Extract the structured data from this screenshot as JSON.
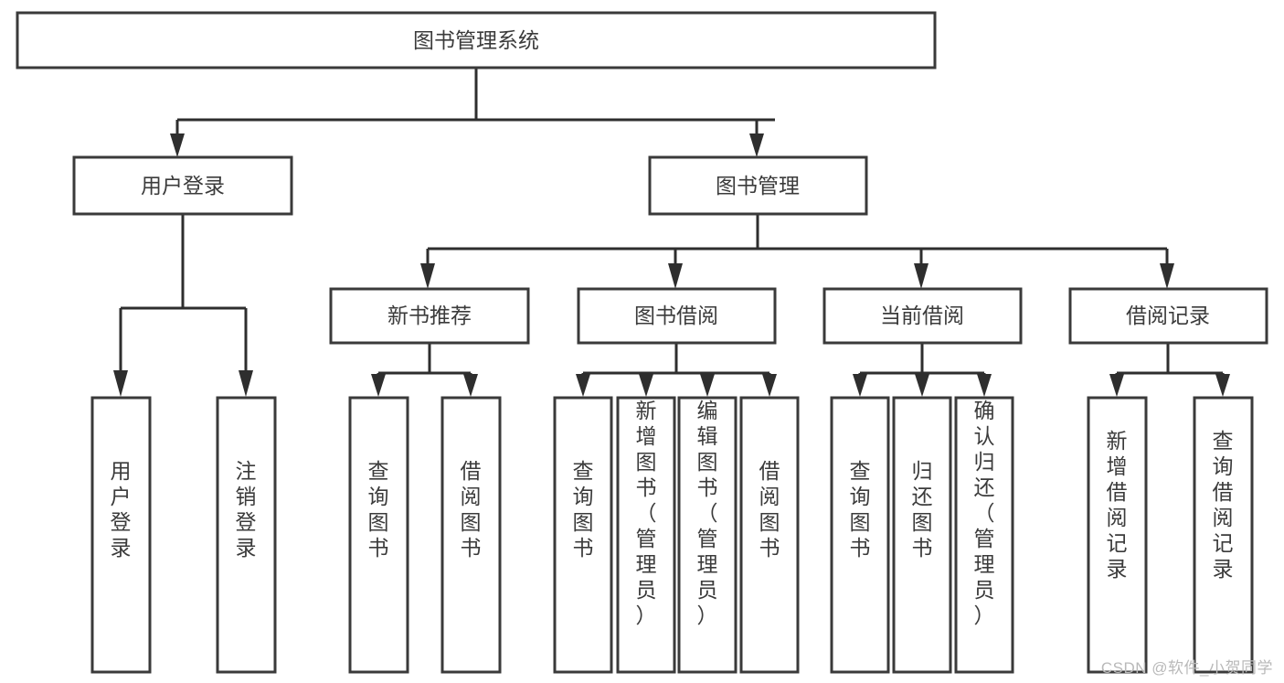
{
  "diagram": {
    "type": "tree-hierarchy",
    "title": "图书管理系统",
    "root": {
      "id": "root",
      "label": "图书管理系统",
      "orientation": "horizontal"
    },
    "level1": [
      {
        "id": "user-login",
        "label": "用户登录",
        "orientation": "horizontal"
      },
      {
        "id": "book-management",
        "label": "图书管理",
        "orientation": "horizontal"
      }
    ],
    "level2": [
      {
        "id": "new-book-recommend",
        "label": "新书推荐",
        "parent": "book-management",
        "orientation": "horizontal"
      },
      {
        "id": "book-borrow",
        "label": "图书借阅",
        "parent": "book-management",
        "orientation": "horizontal"
      },
      {
        "id": "current-borrow",
        "label": "当前借阅",
        "parent": "book-management",
        "orientation": "horizontal"
      },
      {
        "id": "borrow-record",
        "label": "借阅记录",
        "parent": "book-management",
        "orientation": "horizontal"
      }
    ],
    "leaves": [
      {
        "id": "leaf-user-login",
        "label": "用户登录",
        "parent": "user-login",
        "orientation": "vertical"
      },
      {
        "id": "leaf-logout-login",
        "label": "注销登录",
        "parent": "user-login",
        "orientation": "vertical"
      },
      {
        "id": "leaf-query-book-1",
        "label": "查询图书",
        "parent": "new-book-recommend",
        "orientation": "vertical"
      },
      {
        "id": "leaf-borrow-book-1",
        "label": "借阅图书",
        "parent": "new-book-recommend",
        "orientation": "vertical"
      },
      {
        "id": "leaf-query-book-2",
        "label": "查询图书",
        "parent": "book-borrow",
        "orientation": "vertical"
      },
      {
        "id": "leaf-add-book",
        "label": "新增图书（管理员）",
        "parent": "book-borrow",
        "orientation": "vertical"
      },
      {
        "id": "leaf-edit-book",
        "label": "编辑图书（管理员）",
        "parent": "book-borrow",
        "orientation": "vertical"
      },
      {
        "id": "leaf-borrow-book-2",
        "label": "借阅图书",
        "parent": "book-borrow",
        "orientation": "vertical"
      },
      {
        "id": "leaf-query-book-3",
        "label": "查询图书",
        "parent": "current-borrow",
        "orientation": "vertical"
      },
      {
        "id": "leaf-return-book",
        "label": "归还图书",
        "parent": "current-borrow",
        "orientation": "vertical"
      },
      {
        "id": "leaf-confirm-return",
        "label": "确认归还（管理员）",
        "parent": "current-borrow",
        "orientation": "vertical"
      },
      {
        "id": "leaf-add-record",
        "label": "新增借阅记录",
        "parent": "borrow-record",
        "orientation": "vertical"
      },
      {
        "id": "leaf-query-record",
        "label": "查询借阅记录",
        "parent": "borrow-record",
        "orientation": "vertical"
      }
    ],
    "colors": {
      "box_stroke": "#3a3a3a",
      "connector": "#2e2e2e",
      "text": "#3b3b3b",
      "background": "#ffffff",
      "watermark": "#b9b9b9"
    }
  },
  "watermark": {
    "text": "CSDN @软件_小贺同学"
  }
}
